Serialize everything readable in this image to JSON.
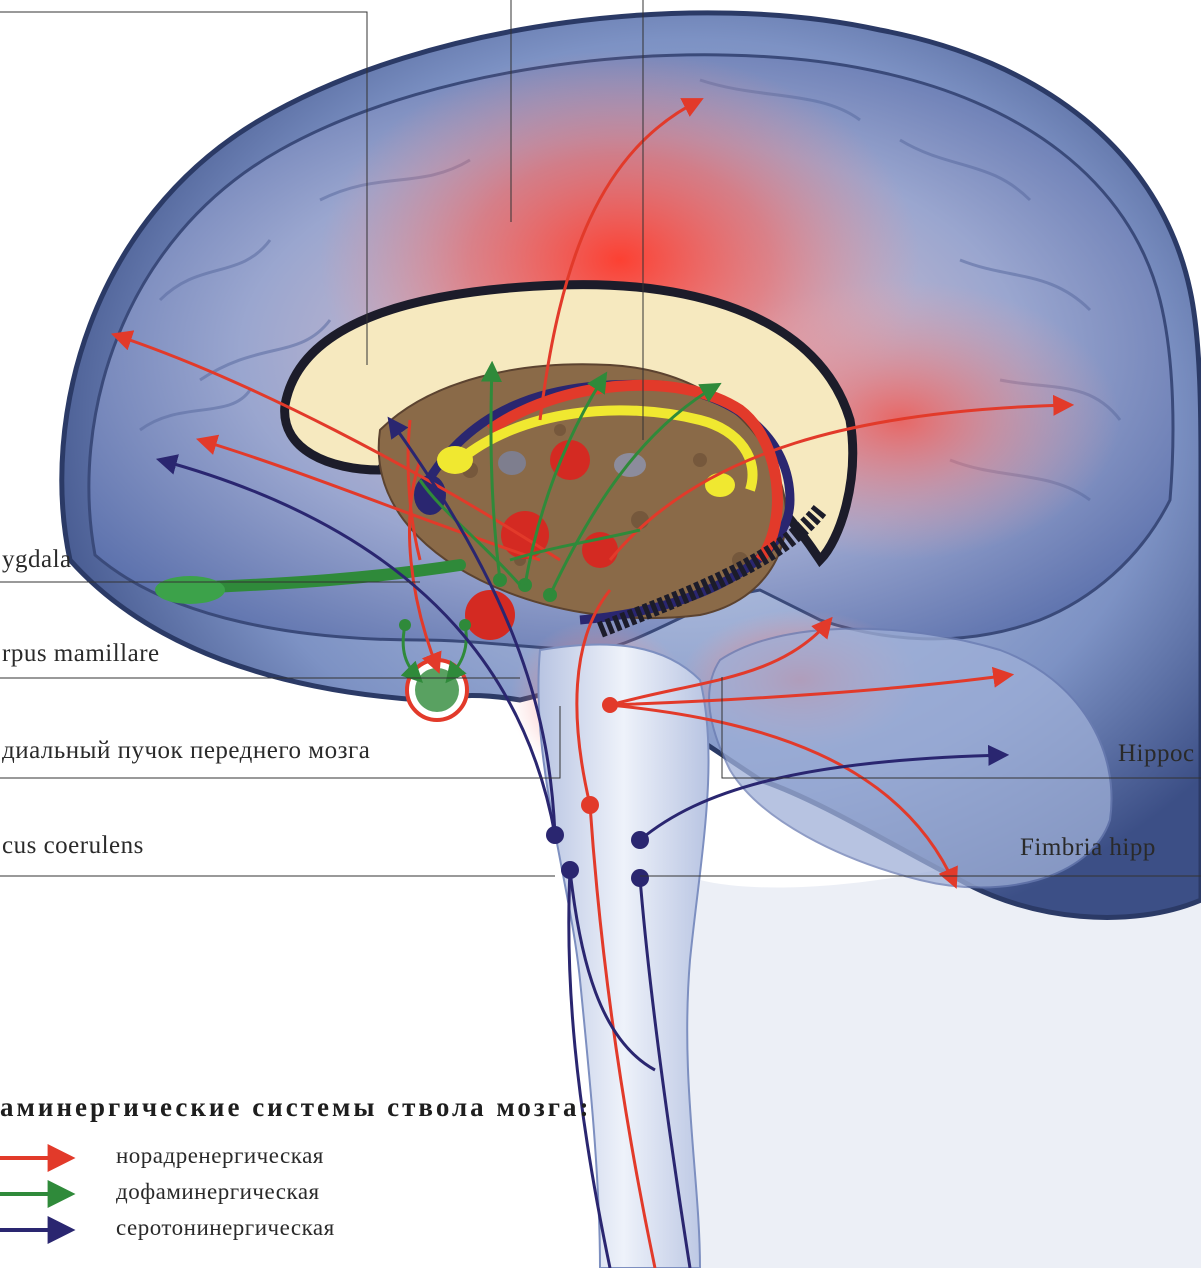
{
  "labels": {
    "amygdala": "ygdala",
    "corpus_mamillare": "rpus mamillare",
    "bundle": "диальный пучок переднего мозга",
    "locus": "cus coerulens",
    "hippocampus": "Hippoc",
    "fimbria": "Fimbria hipp"
  },
  "legend": {
    "title": "аминергические системы ствола мозга:",
    "items": [
      {
        "label": "норадренергическая",
        "color": "#e23a2a"
      },
      {
        "label": "дофаминергическая",
        "color": "#2f8a3a"
      },
      {
        "label": "серотонинергическая",
        "color": "#2a2670"
      }
    ]
  },
  "colors": {
    "noradrenergic": "#e23a2a",
    "dopaminergic": "#2f8a3a",
    "serotonergic": "#2a2670",
    "brain_blue": "#6f86b8",
    "glow_red": "#f05a50",
    "ventricle": "#f6e9bf",
    "thalamus": "#8a6a48"
  }
}
